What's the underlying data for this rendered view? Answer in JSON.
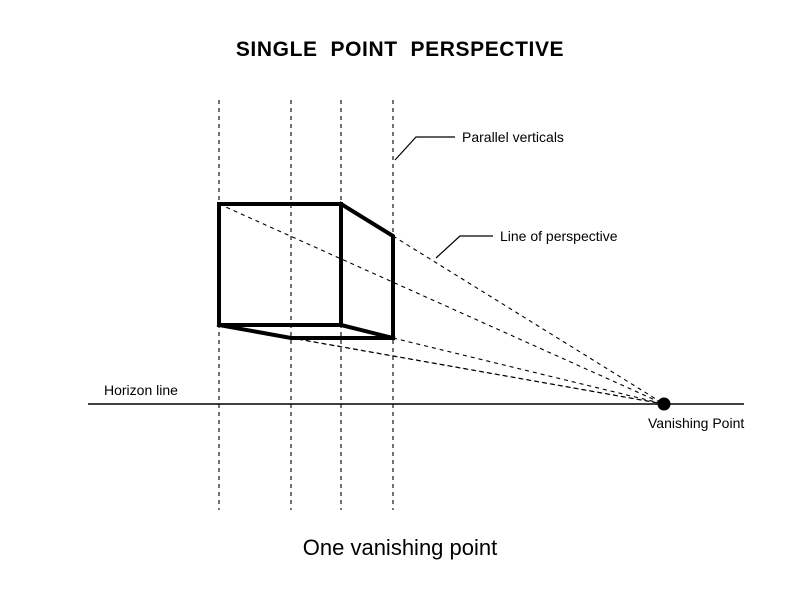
{
  "title": "SINGLE  POINT  PERSPECTIVE",
  "labels": {
    "parallel_verticals": "Parallel verticals",
    "line_of_perspective": "Line of perspective",
    "horizon_line": "Horizon line",
    "vanishing_point": "Vanishing Point"
  },
  "caption": "One vanishing point",
  "colors": {
    "ink": "#000000",
    "background": "#ffffff"
  }
}
